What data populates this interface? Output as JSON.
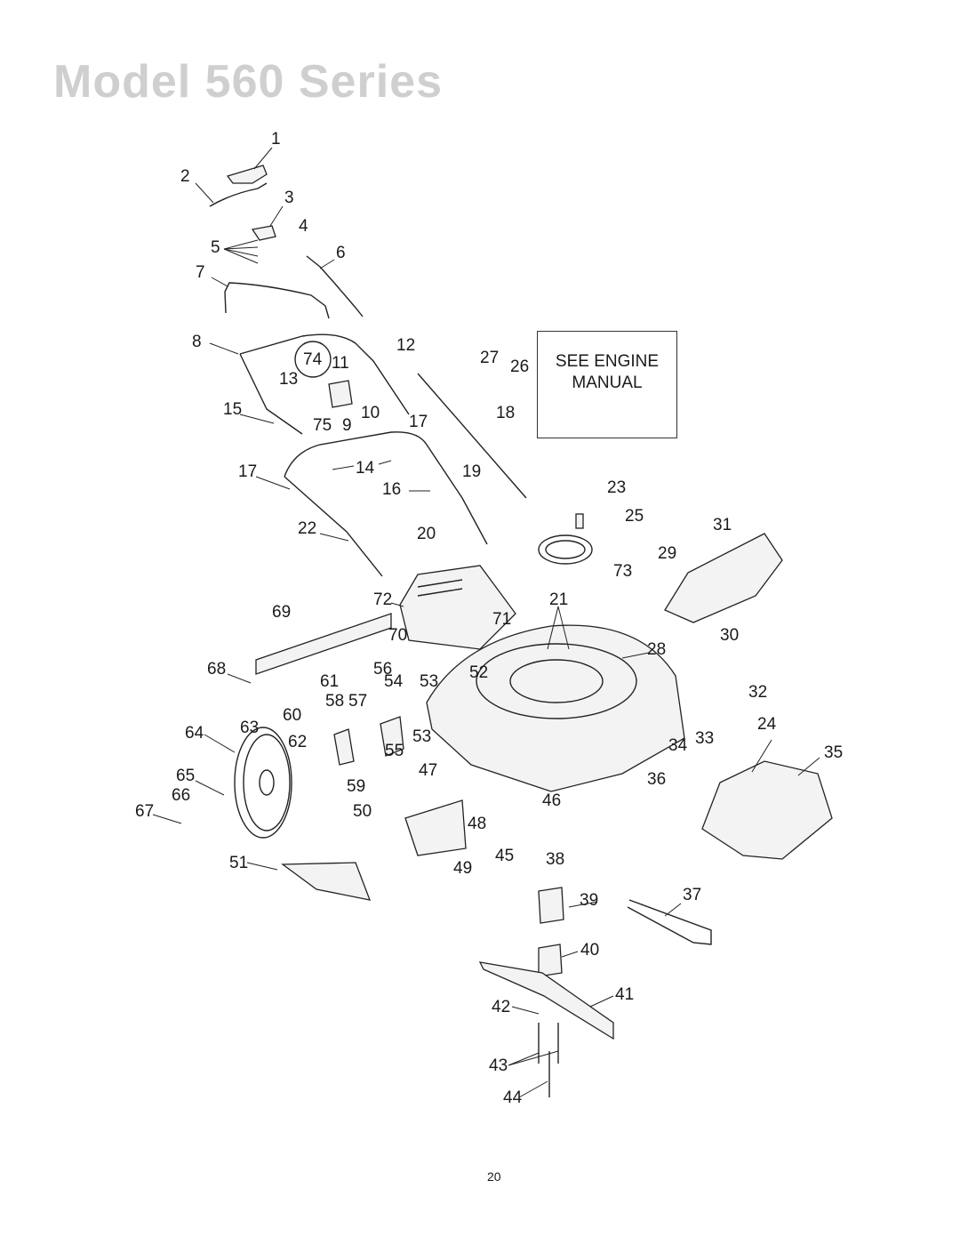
{
  "title": "Model 560 Series",
  "engine_box": {
    "line1": "SEE ENGINE",
    "line2": "MANUAL"
  },
  "page_number": "20",
  "callouts": [
    "1",
    "2",
    "3",
    "4",
    "5",
    "6",
    "7",
    "8",
    "12",
    "27",
    "26",
    "74",
    "11",
    "13",
    "15",
    "75",
    "9",
    "10",
    "17",
    "18",
    "17",
    "14",
    "19",
    "16",
    "23",
    "25",
    "31",
    "22",
    "20",
    "73",
    "29",
    "72",
    "21",
    "71",
    "69",
    "70",
    "30",
    "28",
    "68",
    "56",
    "61",
    "54",
    "53",
    "52",
    "32",
    "58",
    "57",
    "60",
    "53",
    "64",
    "63",
    "62",
    "24",
    "34",
    "33",
    "35",
    "55",
    "47",
    "65",
    "59",
    "36",
    "66",
    "46",
    "67",
    "50",
    "48",
    "45",
    "38",
    "51",
    "49",
    "39",
    "37",
    "40",
    "41",
    "42",
    "43",
    "44"
  ]
}
